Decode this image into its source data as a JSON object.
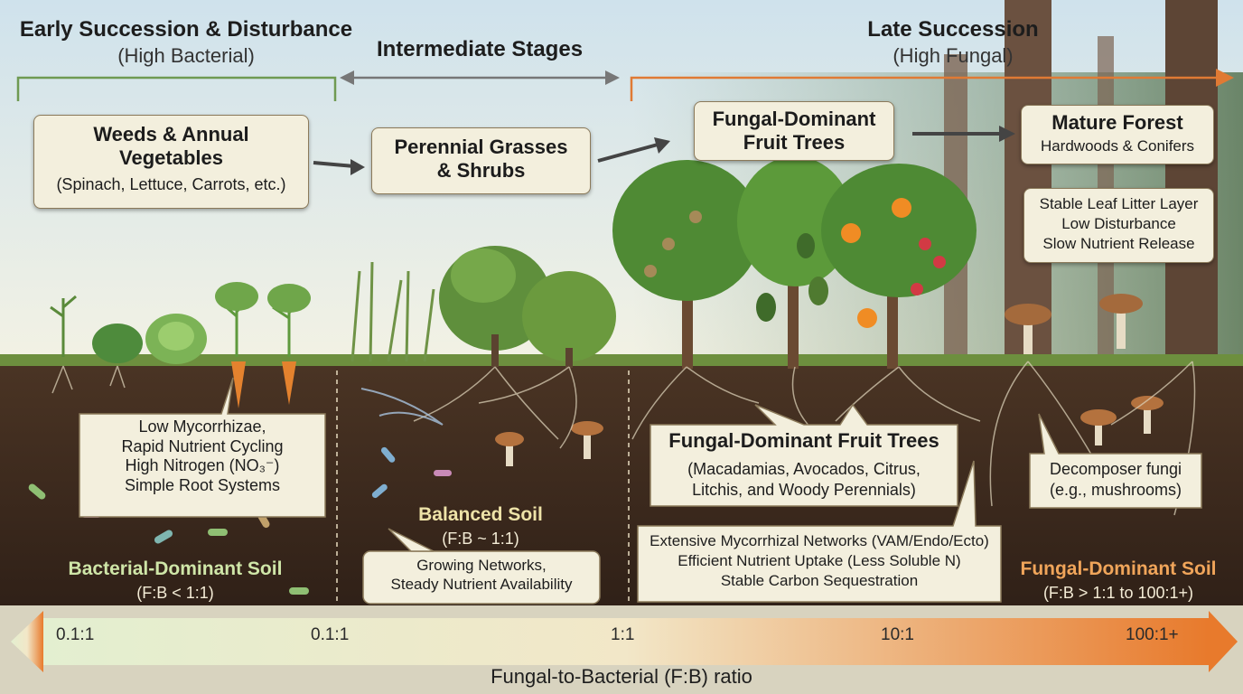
{
  "header": {
    "early_title": "Early Succession & Disturbance",
    "early_sub": "(High Bacterial)",
    "intermediate": "Intermediate Stages",
    "late_title": "Late Succession",
    "late_sub": "(High Fungal)"
  },
  "stages": {
    "weeds_title": "Weeds & Annual Vegetables",
    "weeds_sub": "(Spinach, Lettuce, Carrots, etc.)",
    "grasses_title": "Perennial Grasses & Shrubs",
    "fruit_title": "Fungal-Dominant Fruit Trees",
    "forest_title": "Mature Forest",
    "forest_sub": "Hardwoods & Conifers",
    "forest_notes": [
      "Stable Leaf Litter Layer",
      "Low Disturbance",
      "Slow Nutrient Release"
    ]
  },
  "soil": {
    "bacterial_notes": [
      "Low Mycorrhizae,",
      "Rapid Nutrient Cycling",
      "High Nitrogen (NO₃⁻)",
      "Simple Root Systems"
    ],
    "bacterial_title": "Bacterial-Dominant Soil",
    "bacterial_ratio": "(F:B < 1:1)",
    "balanced_title": "Balanced Soil",
    "balanced_ratio": "(F:B ~ 1:1)",
    "balanced_notes": [
      "Growing Networks,",
      "Steady Nutrient Availability"
    ],
    "fruit_title": "Fungal-Dominant Fruit Trees",
    "fruit_sub": [
      "(Macadamias, Avocados, Citrus,",
      "Litchis, and Woody Perennials)"
    ],
    "network_notes": [
      "Extensive Mycorrhizal Networks (VAM/Endo/Ecto)",
      "Efficient Nutrient Uptake (Less Soluble N)",
      "Stable Carbon Sequestration"
    ],
    "decomposer": [
      "Decomposer fungi",
      "(e.g., mushrooms)"
    ],
    "fungal_title": "Fungal-Dominant Soil",
    "fungal_ratio": "(F:B > 1:1 to 100:1+)"
  },
  "scale": {
    "ticks": [
      "0.1:1",
      "0.1:1",
      "1:1",
      "10:1",
      "100:1+"
    ],
    "axis_label": "Fungal-to-Bacterial (F:B) ratio",
    "start_color": "#e3efd0",
    "end_color": "#e87a2c"
  }
}
